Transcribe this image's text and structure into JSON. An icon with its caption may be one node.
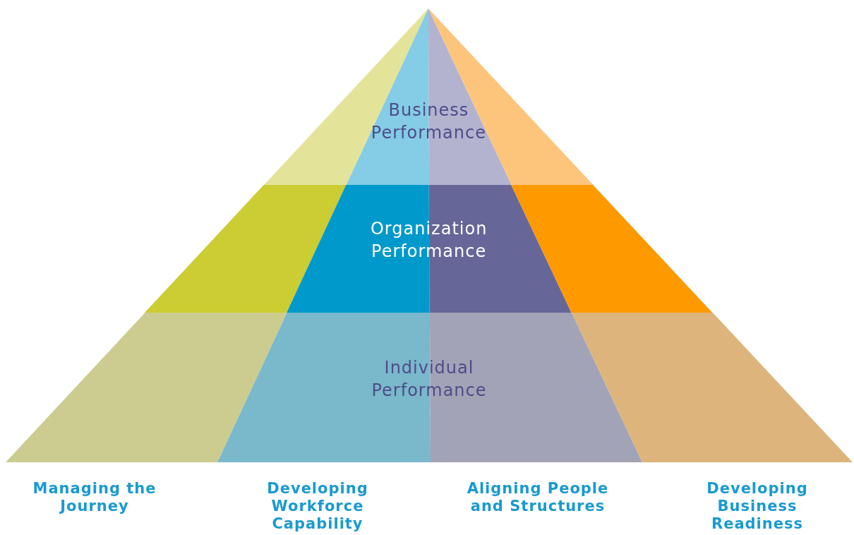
{
  "diagram": {
    "nodes": [
      {
        "text": [
          "Business Performance"
        ]
      },
      {
        "text": [
          "Organization Performance"
        ]
      },
      {
        "text": [
          "Individual Performance"
        ]
      }
    ],
    "labels": [
      "Managing the Journey",
      "Developing Workforce Capability",
      "Aligning People and Structures",
      "Developing Business Readiness"
    ]
  }
}
